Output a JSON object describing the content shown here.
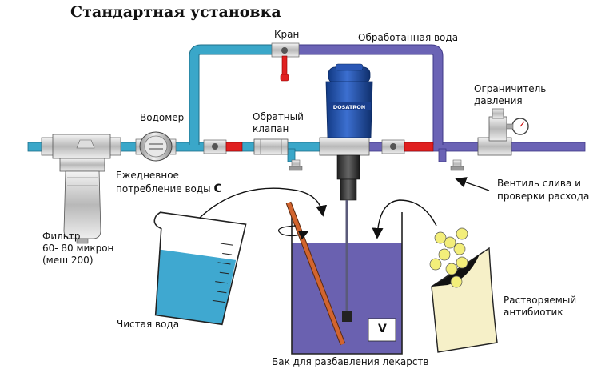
{
  "title": "Стандартная установка",
  "labels": {
    "valve": "Кран",
    "treated_water": "Обработанная вода",
    "water_meter": "Водомер",
    "check_valve_1": "Обратный",
    "check_valve_2": "клапан",
    "pressure_limiter_1": "Ограничитель",
    "pressure_limiter_2": "давления",
    "daily_consumption": "Ежедневное",
    "daily_consumption_2": "потребление воды",
    "daily_consumption_symbol": "C",
    "drain_valve_1": "Вентиль слива и",
    "drain_valve_2": "проверки расхода",
    "filter_1": "Фильтр",
    "filter_2": "60- 80 микрон",
    "filter_3": "(меш 200)",
    "clean_water": "Чистая вода",
    "dissolved_antibiotic_1": "Растворяемый",
    "dissolved_antibiotic_2": "антибиотик",
    "tank": "Бак для разбавления лекарств",
    "tank_symbol": "V",
    "pump_brand": "DOSATRON"
  },
  "colors": {
    "clean_pipe": "#3aa7c9",
    "treated_pipe": "#6b63b5",
    "tank_liquid": "#6a61b0",
    "beaker_water": "#3fa8d0",
    "valve_red": "#e02020",
    "pump_blue": "#1f4fa8",
    "antibiotic_bag": "#f6f0c8",
    "pill": "#f3ee7a"
  }
}
